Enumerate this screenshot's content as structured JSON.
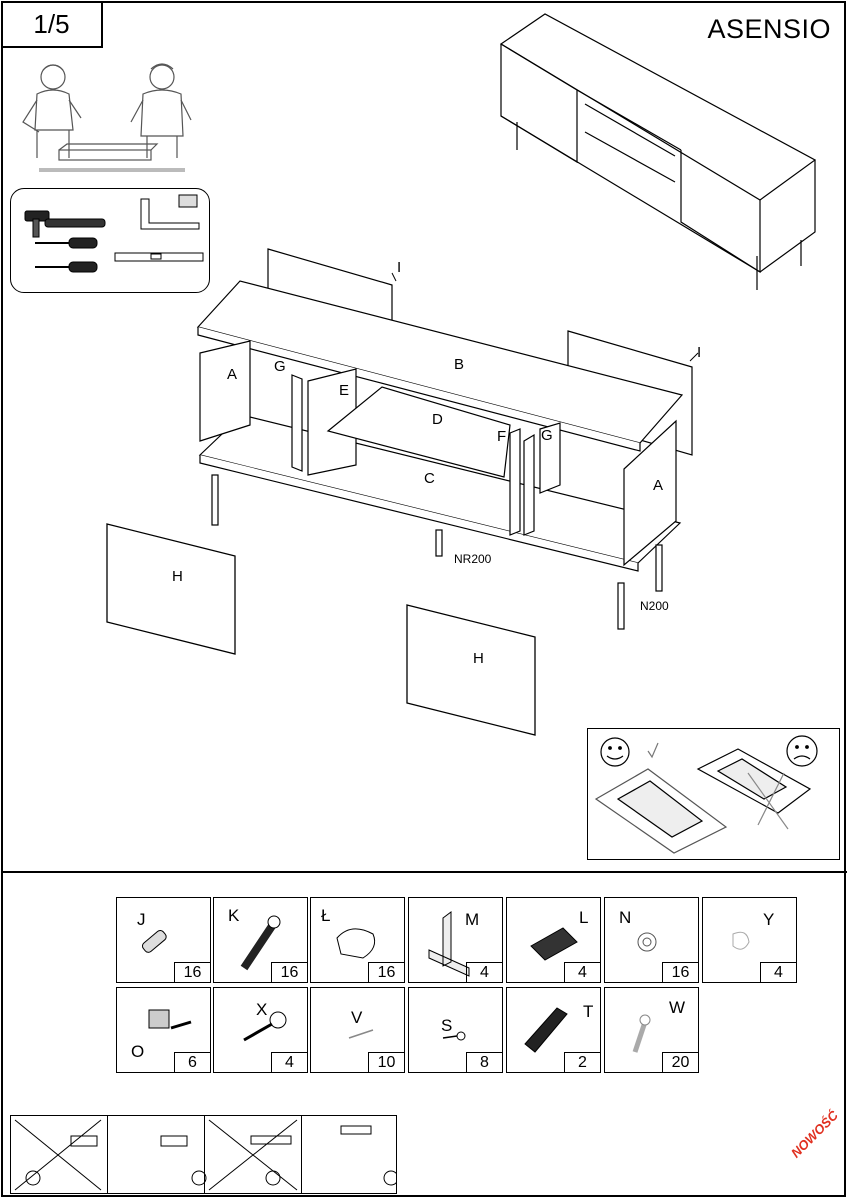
{
  "page": {
    "number": "1/5",
    "title": "ASENSIO"
  },
  "parts": {
    "I_top": "I",
    "I_right": "I",
    "B": "B",
    "A_left": "A",
    "G_left": "G",
    "E": "E",
    "D": "D",
    "F": "F",
    "G_right": "G",
    "C": "C",
    "A_right": "A",
    "NR200": "NR200",
    "N200": "N200",
    "H_left": "H",
    "H_right": "H"
  },
  "hardware": [
    {
      "letter": "J",
      "qty": "16",
      "icon": "dowel-icon"
    },
    {
      "letter": "K",
      "qty": "16",
      "icon": "cam-bolt-icon"
    },
    {
      "letter": "Ł",
      "qty": "16",
      "icon": "cam-lock-icon"
    },
    {
      "letter": "M",
      "qty": "4",
      "icon": "bracket-icon"
    },
    {
      "letter": "L",
      "qty": "4",
      "icon": "hinge-plate-icon"
    },
    {
      "letter": "N",
      "qty": "16",
      "icon": "pad-icon"
    },
    {
      "letter": "Y",
      "qty": "4",
      "icon": "clip-icon"
    },
    {
      "letter": "O",
      "qty": "6",
      "icon": "shelf-support-icon"
    },
    {
      "letter": "X",
      "qty": "4",
      "icon": "screw-washer-icon"
    },
    {
      "letter": "V",
      "qty": "10",
      "icon": "nail-icon"
    },
    {
      "letter": "S",
      "qty": "8",
      "icon": "small-screw-icon"
    },
    {
      "letter": "T",
      "qty": "2",
      "icon": "push-latch-icon"
    },
    {
      "letter": "W",
      "qty": "20",
      "icon": "wood-screw-icon"
    }
  ],
  "badge": "NOWOŚĆ",
  "colors": {
    "line": "#000000",
    "badge": "#e03020",
    "light": "#888888"
  }
}
